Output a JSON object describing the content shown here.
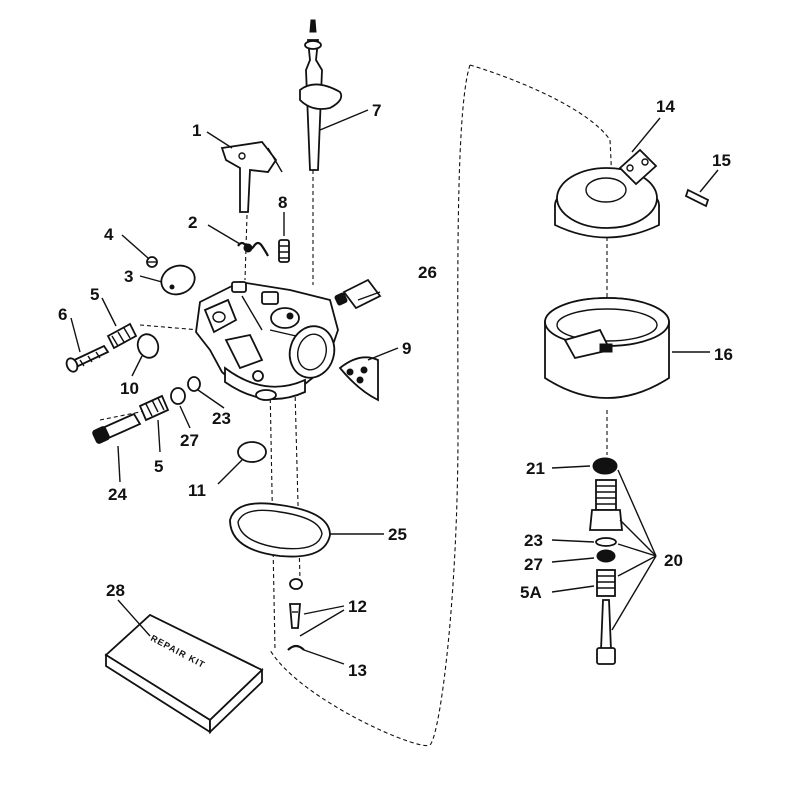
{
  "diagram": {
    "labels": [
      {
        "id": "p1",
        "text": "1"
      },
      {
        "id": "p2",
        "text": "2"
      },
      {
        "id": "p3",
        "text": "3"
      },
      {
        "id": "p4",
        "text": "4"
      },
      {
        "id": "p5a",
        "text": "5"
      },
      {
        "id": "p5b",
        "text": "5"
      },
      {
        "id": "p6",
        "text": "6"
      },
      {
        "id": "p7",
        "text": "7"
      },
      {
        "id": "p8",
        "text": "8"
      },
      {
        "id": "p9",
        "text": "9"
      },
      {
        "id": "p10",
        "text": "10"
      },
      {
        "id": "p11",
        "text": "11"
      },
      {
        "id": "p12",
        "text": "12"
      },
      {
        "id": "p13",
        "text": "13"
      },
      {
        "id": "p14",
        "text": "14"
      },
      {
        "id": "p15",
        "text": "15"
      },
      {
        "id": "p16",
        "text": "16"
      },
      {
        "id": "p20",
        "text": "20"
      },
      {
        "id": "p21",
        "text": "21"
      },
      {
        "id": "p23a",
        "text": "23"
      },
      {
        "id": "p23b",
        "text": "23"
      },
      {
        "id": "p24",
        "text": "24"
      },
      {
        "id": "p25",
        "text": "25"
      },
      {
        "id": "p26",
        "text": "26"
      },
      {
        "id": "p27a",
        "text": "27"
      },
      {
        "id": "p27b",
        "text": "27"
      },
      {
        "id": "p28",
        "text": "28"
      },
      {
        "id": "p5A",
        "text": "5A"
      }
    ],
    "repair_kit": {
      "text": "REPAIR KIT"
    },
    "colors": {
      "ink": "#111111",
      "paper": "#ffffff"
    }
  }
}
